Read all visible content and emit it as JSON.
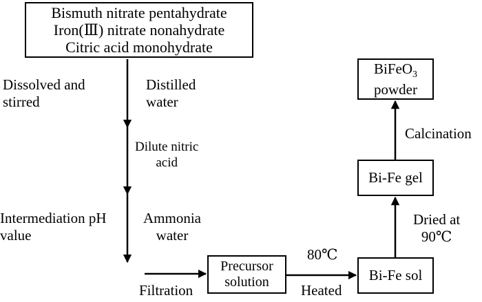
{
  "nodes": {
    "reagents": [
      "Bismuth nitrate pentahydrate",
      "Iron(Ⅲ) nitrate nonahydrate",
      "Citric acid monohydrate"
    ],
    "precursor": [
      "Precursor",
      "solution"
    ],
    "sol": "Bi-Fe sol",
    "gel": "Bi-Fe gel",
    "powder": {
      "prefix": "BiFeO",
      "subscript": "3",
      "second_line": "powder"
    }
  },
  "labels": {
    "dissolved": [
      "Dissolved and",
      "stirred"
    ],
    "distilled": [
      "Distilled",
      "water"
    ],
    "nitric": [
      "Dilute nitric",
      "acid"
    ],
    "ph": [
      "Intermediation pH",
      "value"
    ],
    "ammonia": [
      "Ammonia",
      "water"
    ],
    "filtration": "Filtration",
    "temp80": "80℃",
    "heated": "Heated",
    "dried": [
      "Dried at",
      "90℃"
    ],
    "calcination": "Calcination"
  }
}
